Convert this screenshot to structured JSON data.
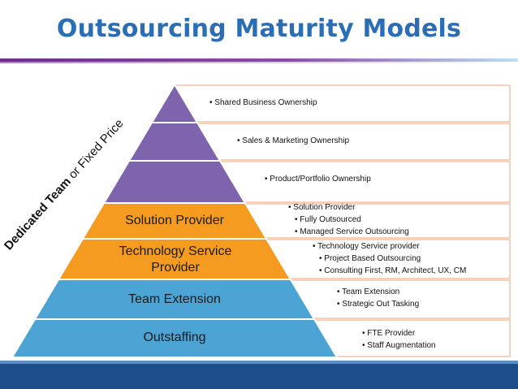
{
  "title": "Outsourcing Maturity Models",
  "side_label": {
    "bold_part": "Dedicated Team",
    "rest": "or Fixed Price"
  },
  "levels": [
    {
      "name": "",
      "color": "#7d64ad",
      "bullets": [
        "• Shared Business Ownership"
      ]
    },
    {
      "name": "",
      "color": "#7d64ad",
      "bullets": [
        "• Sales & Marketing Ownership"
      ]
    },
    {
      "name": "",
      "color": "#7d64ad",
      "bullets": [
        "• Product/Portfolio Ownership"
      ]
    },
    {
      "name": "Solution Provider",
      "color": "#f59b1f",
      "bullets": [
        "• Solution Provider",
        "• Fully Outsourced",
        "• Managed Service Outsourcing"
      ]
    },
    {
      "name": "Technology Service Provider",
      "color": "#f59b1f",
      "bullets": [
        "• Technology Service provider",
        "• Project Based Outsourcing",
        "• Consulting First, RM, Architect, UX, CM"
      ]
    },
    {
      "name": "Team Extension",
      "color": "#4ca4d4",
      "bullets": [
        "• Team Extension",
        "• Strategic Out Tasking"
      ]
    },
    {
      "name": "Outstaffing",
      "color": "#4ca4d4",
      "bullets": [
        "• FTE Provider",
        "• Staff Augmentation"
      ]
    }
  ],
  "colors": {
    "title": "#2b6eb5",
    "box_border": "#f0a37a",
    "footer": "#1e4e8a"
  }
}
